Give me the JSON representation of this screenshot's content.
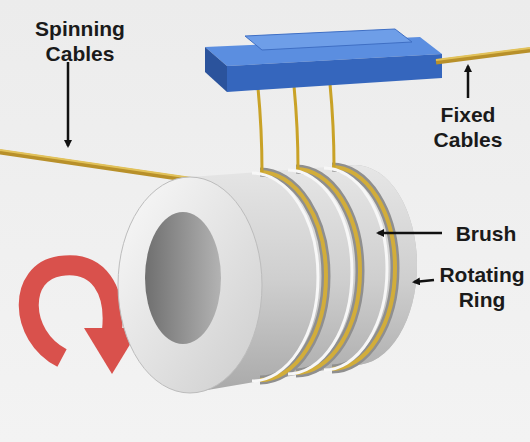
{
  "diagram": {
    "labels": [
      "Spinning Cables",
      "Fixed Cables",
      "Brush",
      "Rotating Ring"
    ]
  }
}
